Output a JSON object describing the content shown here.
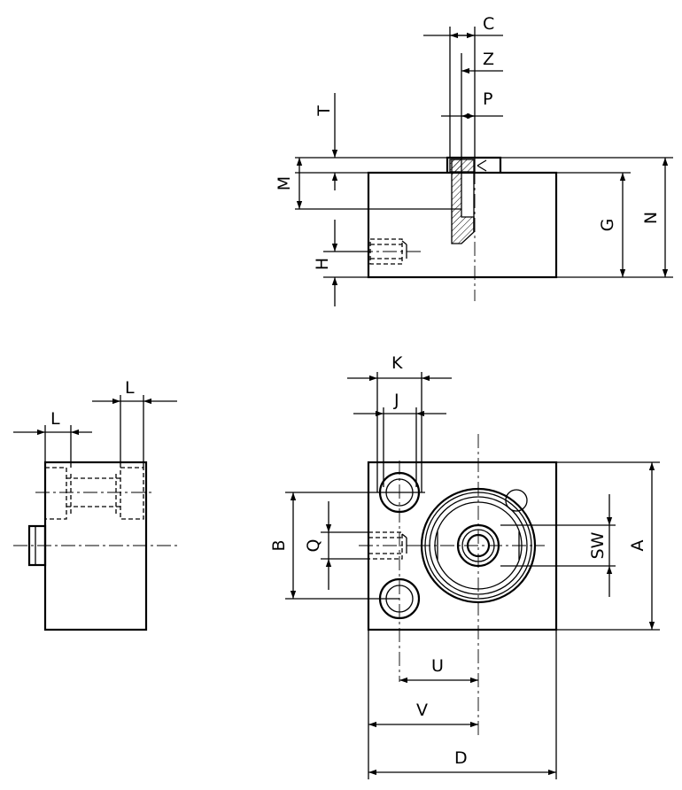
{
  "labels": {
    "c": "C",
    "z": "Z",
    "p": "P",
    "t": "T",
    "m": "M",
    "h": "H",
    "g": "G",
    "n": "N",
    "k": "K",
    "j": "J",
    "l_left": "L",
    "l_right": "L",
    "b": "B",
    "q": "Q",
    "sw": "SW",
    "a": "A",
    "u": "U",
    "v": "V",
    "d": "D"
  }
}
